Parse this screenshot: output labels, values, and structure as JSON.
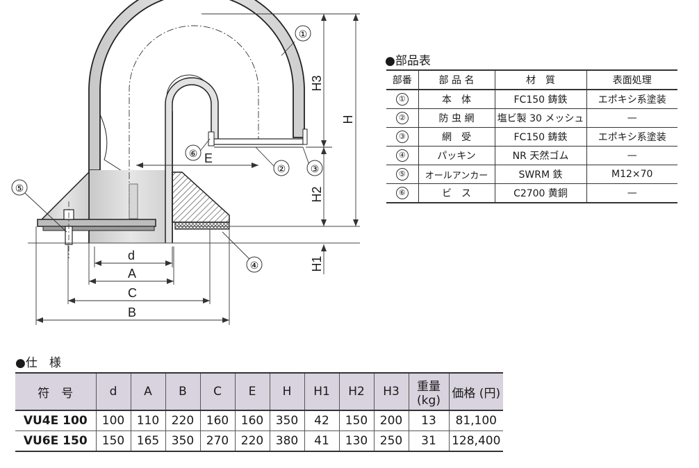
{
  "drawing": {
    "labels": {
      "d": "d",
      "A": "A",
      "B": "B",
      "C": "C",
      "E": "E",
      "H": "H",
      "H1": "H1",
      "H2": "H2",
      "H3": "H3"
    },
    "callouts": [
      "①",
      "②",
      "③",
      "④",
      "⑤",
      "⑥"
    ]
  },
  "parts": {
    "title": "●部品表",
    "headers": [
      "部番",
      "部 品 名",
      "材　質",
      "表面処理"
    ],
    "rows": [
      {
        "no": "①",
        "name": "本　体",
        "material": "FC150 鋳鉄",
        "finish": "エポキシ系塗装"
      },
      {
        "no": "②",
        "name": "防 虫 網",
        "material": "塩ビ製 30 メッシュ",
        "finish": "—"
      },
      {
        "no": "③",
        "name": "網　受",
        "material": "FC150 鋳鉄",
        "finish": "エポキシ系塗装"
      },
      {
        "no": "④",
        "name": "パッキン",
        "material": "NR 天然ゴム",
        "finish": "—"
      },
      {
        "no": "⑤",
        "name": "オールアンカー",
        "material": "SWRM 鉄",
        "finish": "M12×70"
      },
      {
        "no": "⑥",
        "name": "ビ　ス",
        "material": "C2700 黄銅",
        "finish": "—"
      }
    ]
  },
  "spec": {
    "title": "●仕　様",
    "headers": [
      "符　号",
      "d",
      "A",
      "B",
      "C",
      "E",
      "H",
      "H1",
      "H2",
      "H3",
      "重量 (kg)",
      "価格 (円)"
    ],
    "rows": [
      [
        "VU4E 100",
        "100",
        "110",
        "220",
        "160",
        "160",
        "350",
        "42",
        "150",
        "200",
        "13",
        "81,100"
      ],
      [
        "VU6E 150",
        "150",
        "165",
        "350",
        "270",
        "220",
        "380",
        "41",
        "130",
        "250",
        "31",
        "128,400"
      ]
    ]
  }
}
